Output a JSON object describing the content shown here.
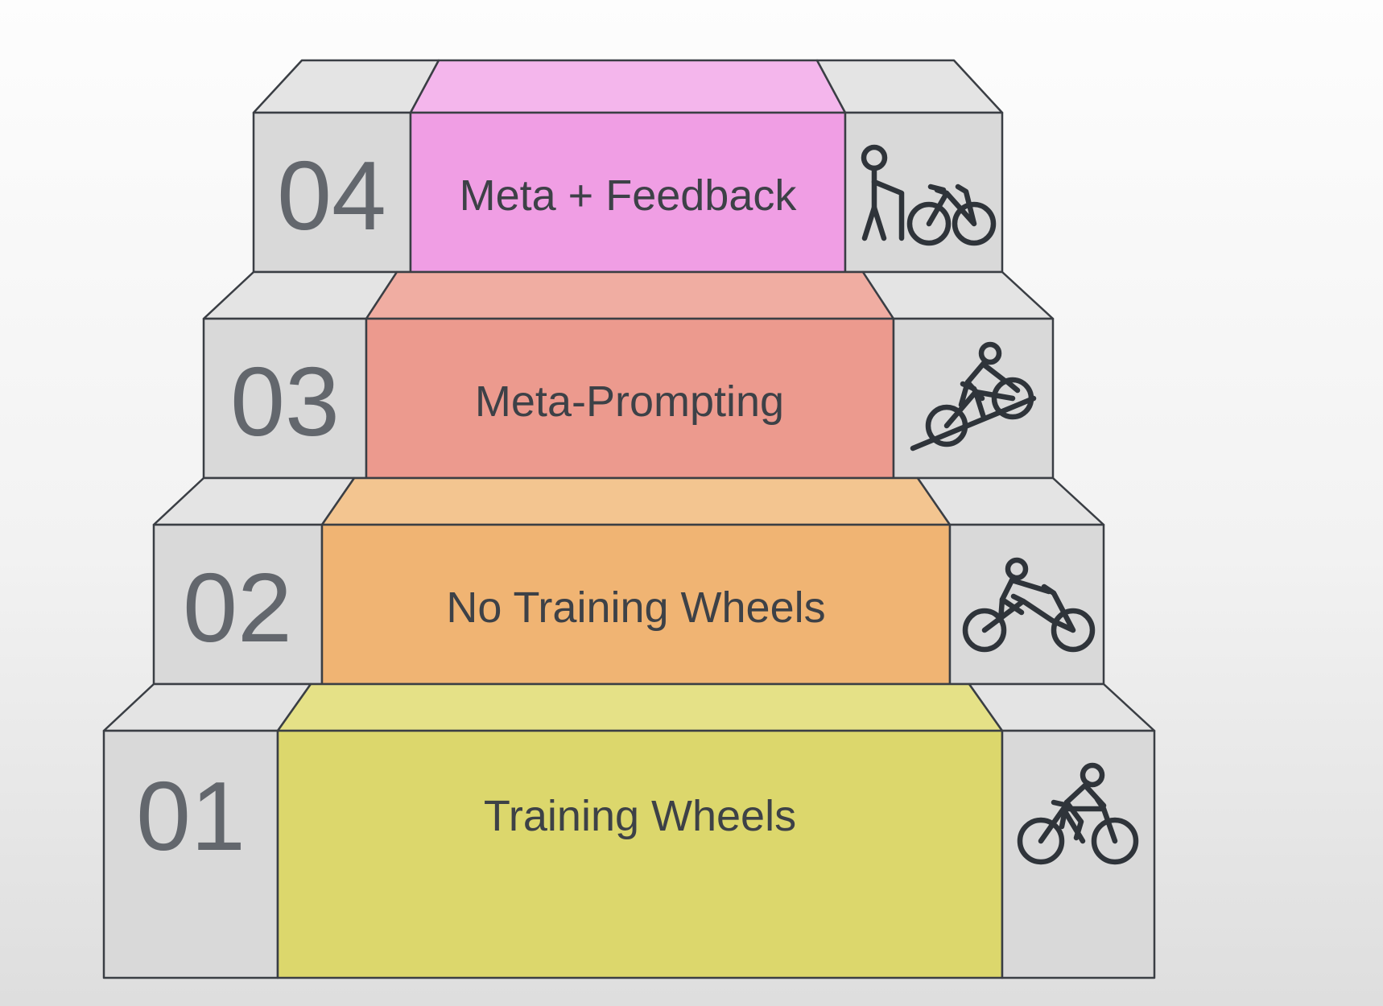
{
  "colors": {
    "bg_top": "#fdfdfd",
    "bg_mid": "#f2f2f2",
    "bg_bottom": "#dedede",
    "outline": "#3a3e44",
    "gray_front": "#d9d9d9",
    "gray_top": "#e4e4e4",
    "number": "#63676d",
    "label": "#3d4147",
    "icon": "#2f343a"
  },
  "steps": [
    {
      "number": "04",
      "label": "Meta + Feedback",
      "icon": "person-with-bike-icon",
      "color_front": "#f09ee4",
      "color_top": "#f4b6ec"
    },
    {
      "number": "03",
      "label": "Meta-Prompting",
      "icon": "cyclist-uphill-icon",
      "color_front": "#ec9a8e",
      "color_top": "#f0ada2"
    },
    {
      "number": "02",
      "label": "No Training Wheels",
      "icon": "low-rider-cyclist-icon",
      "color_front": "#f0b473",
      "color_top": "#f3c590"
    },
    {
      "number": "01",
      "label": "Training Wheels",
      "icon": "cyclist-icon",
      "color_front": "#dcd76c",
      "color_top": "#e5e187"
    }
  ]
}
